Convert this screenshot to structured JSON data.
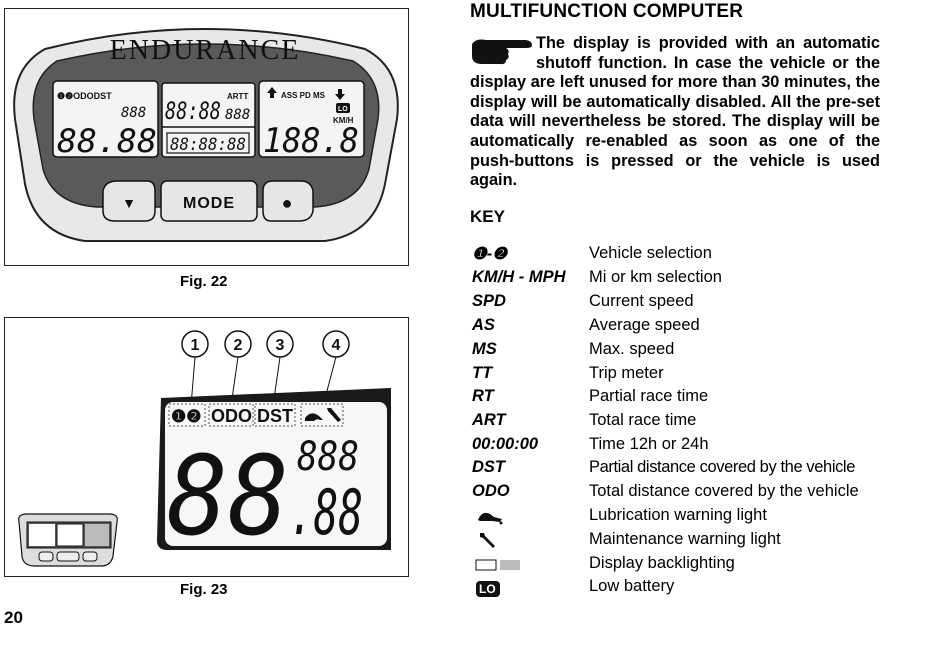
{
  "page_number": "20",
  "figures": {
    "fig22": {
      "caption": "Fig. 22",
      "brand": "ENDURANCE",
      "lcd": {
        "left_icons": "❶❷ODODST",
        "left_small": "888",
        "left_big": "88.88",
        "mid_top": "88:88",
        "mid_top_label": "ARTT",
        "mid_top_small": "888",
        "mid_bottom": "88:88:88",
        "right_label": "ASS PD MS",
        "right_badge": "LO",
        "right_unit": "KM/H",
        "right_big": "188.8"
      },
      "buttons": {
        "down_symbol": "▼",
        "mode_label": "MODE",
        "set_symbol": "●"
      }
    },
    "fig23": {
      "caption": "Fig. 23",
      "callouts": [
        "1",
        "2",
        "3",
        "4"
      ],
      "lcd": {
        "vehicle_icons": "❶❷",
        "odo": "ODO",
        "dst": "DST",
        "small_digits": "888",
        "big_left": "88",
        "big_right": ".88"
      }
    }
  },
  "section": {
    "title": "MULTIFUNCTION COMPUTER",
    "note": "The display is provided with an automatic shutoff function. In case the vehicle or the display are left unused for more than 30 minutes, the display will be automatically disabled. All the pre-set data will nevertheless be stored. The display will be automatically re-enabled as soon as one of the push-buttons is pressed or the vehicle is used again.",
    "key_heading": "KEY",
    "key": [
      {
        "symbol": "❶-❷",
        "desc": "Vehicle selection"
      },
      {
        "symbol": "KM/H - MPH",
        "desc": "Mi or km selection"
      },
      {
        "symbol": "SPD",
        "desc": "Current speed"
      },
      {
        "symbol": "AS",
        "desc": "Average speed"
      },
      {
        "symbol": "MS",
        "desc": "Max. speed"
      },
      {
        "symbol": "TT",
        "desc": "Trip meter"
      },
      {
        "symbol": "RT",
        "desc": "Partial race time"
      },
      {
        "symbol": "ART",
        "desc": "Total race time"
      },
      {
        "symbol": "00:00:00",
        "desc": "Time 12h or 24h"
      },
      {
        "symbol": "DST",
        "desc": "Partial distance covered by the vehicle"
      },
      {
        "symbol": "ODO",
        "desc": "Total distance covered by the vehicle"
      },
      {
        "symbol": "",
        "icon": "oil-can-icon",
        "desc": "Lubrication warning light"
      },
      {
        "symbol": "",
        "icon": "wrench-icon",
        "desc": "Maintenance warning light"
      },
      {
        "symbol": "",
        "icon": "backlight-icon",
        "desc": "Display backlighting"
      },
      {
        "symbol": "LO",
        "icon": "low-battery-icon",
        "desc": "Low battery"
      }
    ]
  }
}
